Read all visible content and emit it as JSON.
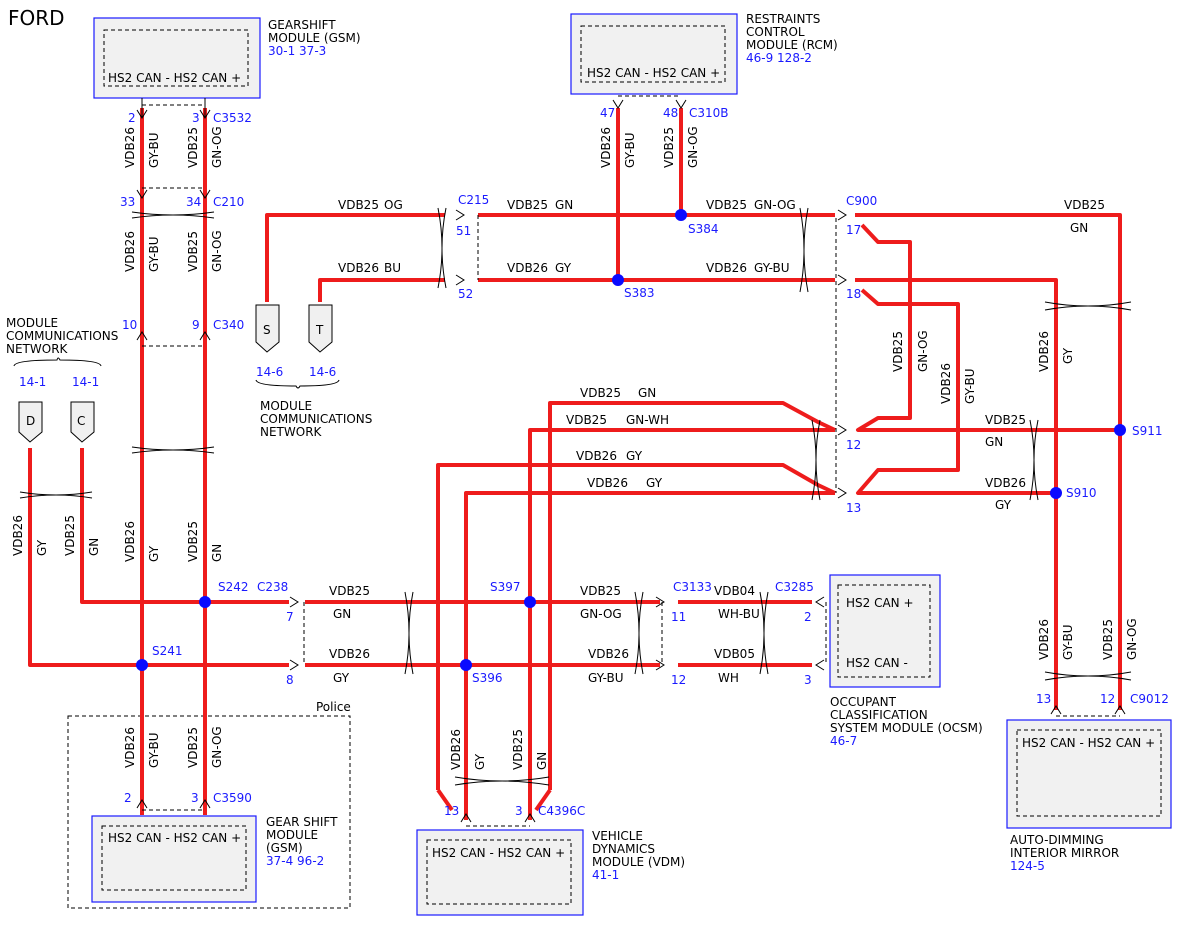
{
  "brand": "FORD",
  "colors": {
    "wire": "#ee1c1c",
    "module_border": "#1a1aff",
    "ref_text": "#1a1aff",
    "splice": "#0a0aff"
  },
  "can_labels": {
    "pair": "HS2 CAN - HS2 CAN +",
    "plus": "HS2 CAN +",
    "minus": "HS2 CAN -"
  },
  "modules": {
    "gsm_top": {
      "name1": "GEARSHIFT",
      "name2": "MODULE (GSM)",
      "ref": "30-1   37-3"
    },
    "rcm": {
      "name1": "RESTRAINTS",
      "name2": "CONTROL",
      "name3": "MODULE (RCM)",
      "ref": "46-9   128-2"
    },
    "gsm_bottom": {
      "name1": "GEAR SHIFT",
      "name2": "MODULE",
      "name3": "(GSM)",
      "ref": "37-4   96-2"
    },
    "vdm": {
      "name1": "VEHICLE",
      "name2": "DYNAMICS",
      "name3": "MODULE (VDM)",
      "ref": "41-1"
    },
    "ocsm": {
      "name1": "OCCUPANT",
      "name2": "CLASSIFICATION",
      "name3": "SYSTEM MODULE (OCSM)",
      "ref": "46-7"
    },
    "mirror": {
      "name1": "AUTO-DIMMING",
      "name2": "INTERIOR MIRROR",
      "ref": "124-5"
    }
  },
  "network": {
    "title_left": [
      "MODULE",
      "COMMUNICATIONS",
      "NETWORK"
    ],
    "refs_left": [
      "14-1",
      "14-1"
    ],
    "title_mid": [
      "MODULE",
      "COMMUNICATIONS",
      "NETWORK"
    ],
    "refs_mid": [
      "14-6",
      "14-6"
    ],
    "tags": {
      "D": "D",
      "C": "C",
      "S": "S",
      "T": "T"
    }
  },
  "police": "Police",
  "connectors": {
    "c3532": "C3532",
    "c210": "C210",
    "c340": "C340",
    "c215": "C215",
    "c310b": "C310B",
    "c900": "C900",
    "c238": "C238",
    "c3133": "C3133",
    "c3285": "C3285",
    "c9012": "C9012",
    "c3590": "C3590",
    "c4396c": "C4396C"
  },
  "pins": {
    "p2a": "2",
    "p3a": "3",
    "p33": "33",
    "p34": "34",
    "p10": "10",
    "p9": "9",
    "p51": "51",
    "p52": "52",
    "p47": "47",
    "p48": "48",
    "p17": "17",
    "p18": "18",
    "p12a": "12",
    "p13a": "13",
    "p7": "7",
    "p8": "8",
    "p11": "11",
    "p12b": "12",
    "p2b": "2",
    "p3b": "3",
    "p13b": "13",
    "p12c": "12",
    "p2c": "2",
    "p3c": "3",
    "p13c": "13",
    "p3d": "3"
  },
  "splices": {
    "s384": "S384",
    "s383": "S383",
    "s911": "S911",
    "s910": "S910",
    "s242": "S242",
    "s241": "S241",
    "s397": "S397",
    "s396": "S396"
  },
  "wire_labels": {
    "vdb25": "VDB25",
    "vdb26": "VDB26",
    "vdb04": "VDB04",
    "vdb05": "VDB05",
    "gy_bu": "GY-BU",
    "gn_og": "GN-OG",
    "gy": "GY",
    "gn": "GN",
    "og": "OG",
    "bu": "BU",
    "gn_wh": "GN-WH",
    "wh_bu": "WH-BU",
    "wh": "WH"
  }
}
